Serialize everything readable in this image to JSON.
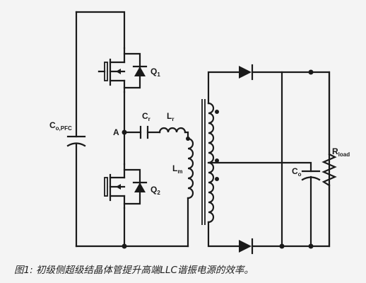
{
  "labels": {
    "c_pfc_main": "C",
    "c_pfc_sub": "o,PFC",
    "node_a": "A",
    "q1_main": "Q",
    "q1_sub": "1",
    "q2_main": "Q",
    "q2_sub": "2",
    "cr_main": "C",
    "cr_sub": "r",
    "lr_main": "L",
    "lr_sub": "r",
    "lm_main": "L",
    "lm_sub": "m",
    "co_main": "C",
    "co_sub": "o",
    "rload_main": "R",
    "rload_sub": "load"
  },
  "caption": "图1: 初级侧超级结晶体管提升高端LLC谐振电源的效率。"
}
